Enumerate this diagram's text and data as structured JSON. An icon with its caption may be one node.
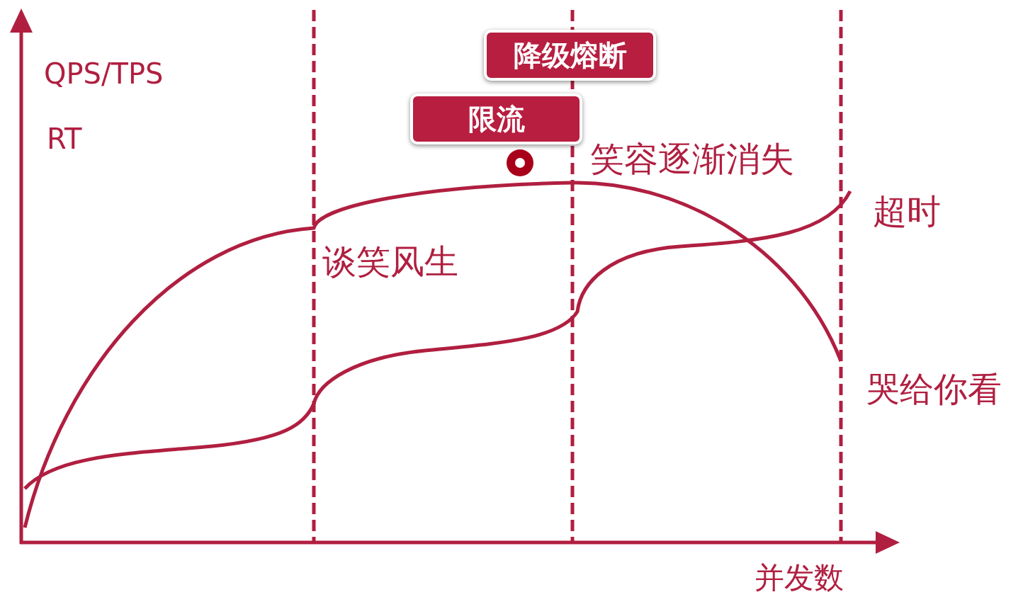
{
  "diagram": {
    "nodes": [
      {
        "text": [
          "降级熔断"
        ]
      },
      {
        "text": [
          "限流"
        ]
      }
    ],
    "labels": [
      "QPS/TPS",
      "RT",
      "笑容逐渐消失",
      "超时",
      "谈笑风生",
      "哭给你看",
      "并发数"
    ]
  }
}
